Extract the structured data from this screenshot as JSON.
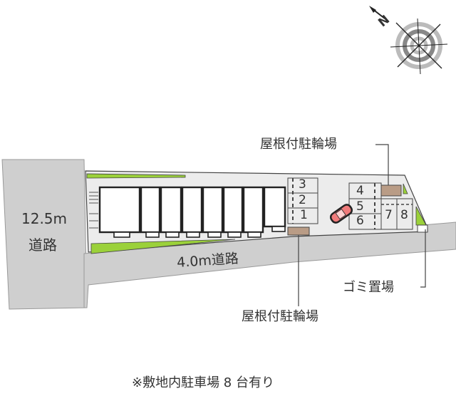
{
  "compass": {
    "north_label": "N"
  },
  "roads": {
    "main_road": {
      "line1": "12.5m",
      "line2": "道路"
    },
    "side_road": "4.0m道路"
  },
  "parking_slots": [
    "1",
    "2",
    "3",
    "4",
    "5",
    "6",
    "7",
    "8"
  ],
  "labels": {
    "bike_parking_top": "屋根付駐輪場",
    "bike_parking_bottom": "屋根付駐輪場",
    "garbage": "ゴミ置場"
  },
  "footnote": "※敷地内駐車場 8 台有り",
  "colors": {
    "road": "#cfcfcf",
    "lot": "#ececec",
    "green": "#9bd13a",
    "bike_shelter": "#b99c86",
    "car": "#f07b7b",
    "line": "#333333"
  }
}
